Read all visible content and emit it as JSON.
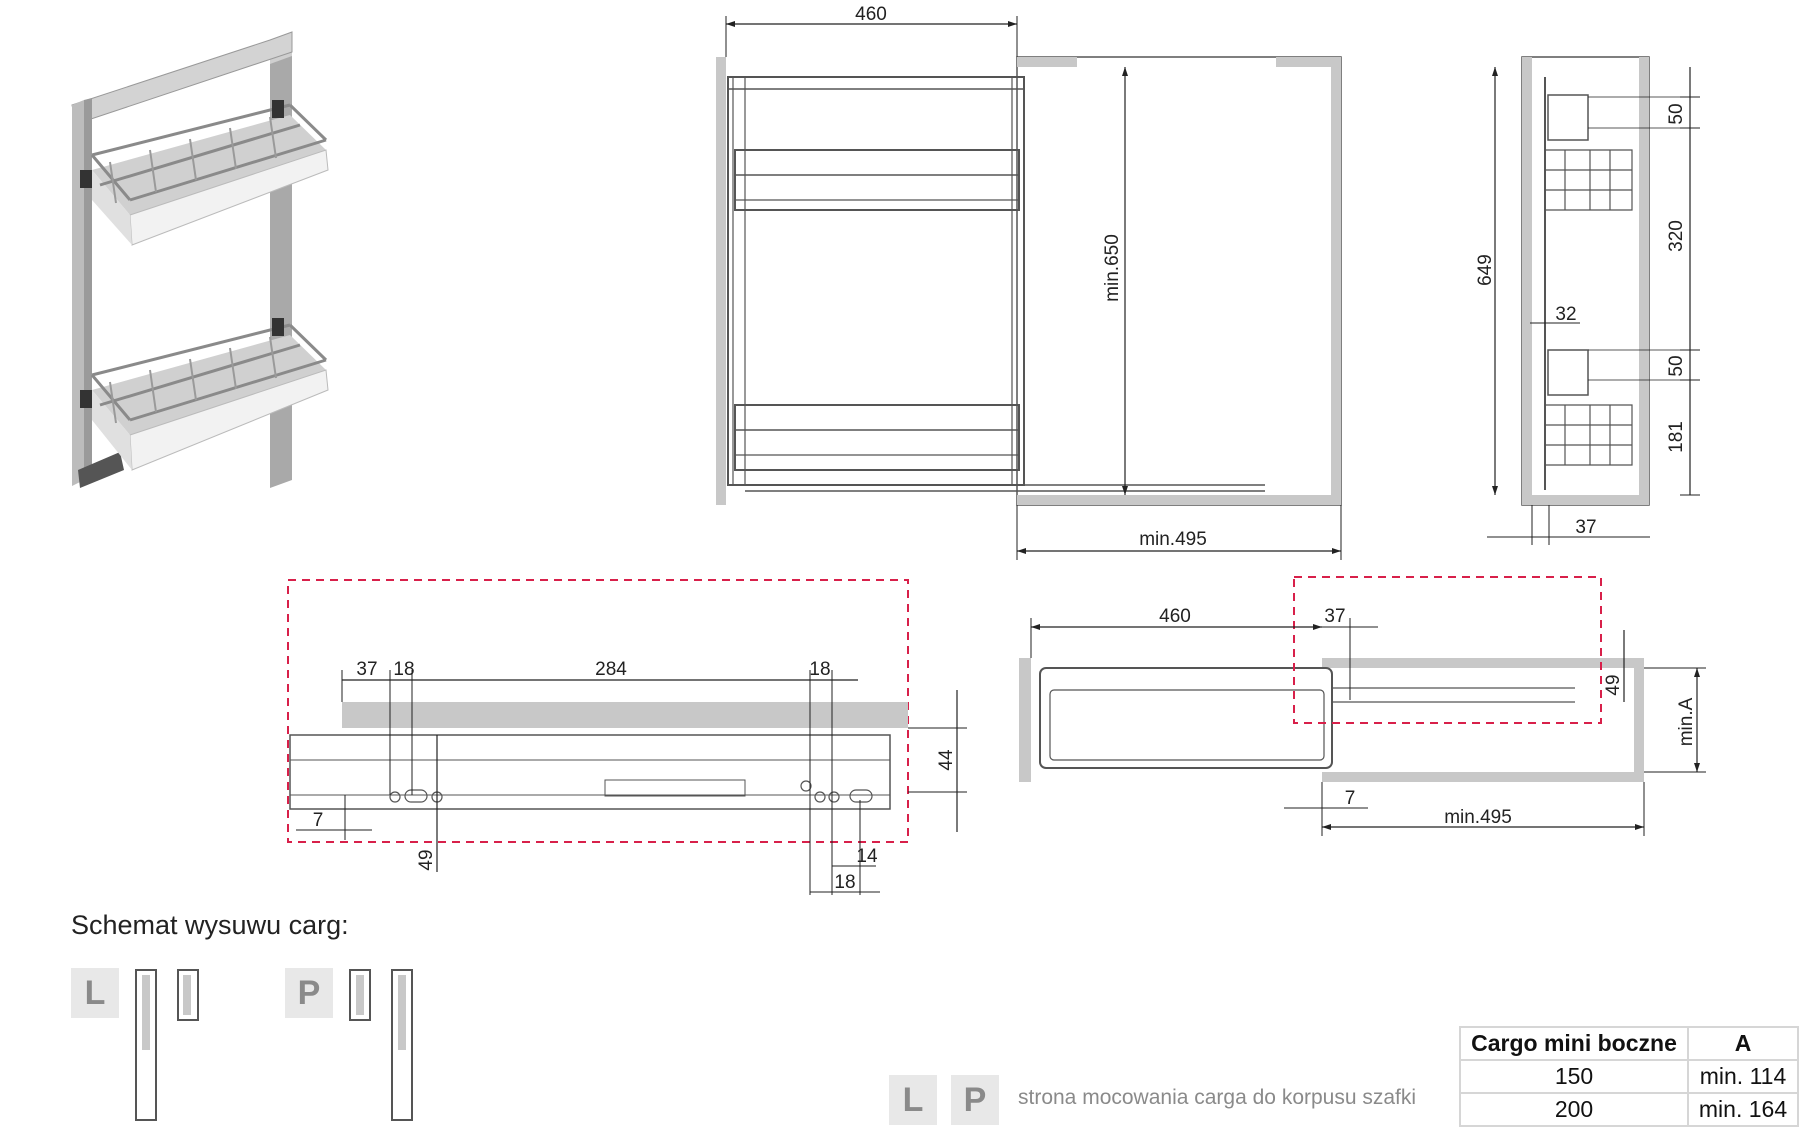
{
  "dimensions": {
    "front_width": "460",
    "front_height": "min.650",
    "front_depth": "min.495",
    "side_height": "649",
    "side_top_gap": "50",
    "side_shelf_gap": "320",
    "side_mid_gap": "50",
    "side_bottom": "181",
    "side_offset": "32",
    "side_width": "37",
    "detail_37": "37",
    "detail_18a": "18",
    "detail_284": "284",
    "detail_18b": "18",
    "detail_44": "44",
    "detail_7": "7",
    "detail_49": "49",
    "detail_14": "14",
    "detail_18c": "18",
    "top_460": "460",
    "top_37": "37",
    "top_49": "49",
    "top_minA": "min.A",
    "top_7": "7",
    "top_min495": "min.495"
  },
  "schema_title": "Schemat wysuwu carg:",
  "badges": {
    "left": "L",
    "right": "P"
  },
  "legend_text": "strona mocowania carga do korpusu szafki",
  "spec_table": {
    "headers": [
      "Cargo mini boczne",
      "A"
    ],
    "rows": [
      [
        "150",
        "min. 114"
      ],
      [
        "200",
        "min. 164"
      ]
    ]
  },
  "colors": {
    "panel": "#c8c8c8",
    "line": "#222222",
    "highlight": "#d8204a",
    "badge_bg": "#e8e8e8"
  }
}
